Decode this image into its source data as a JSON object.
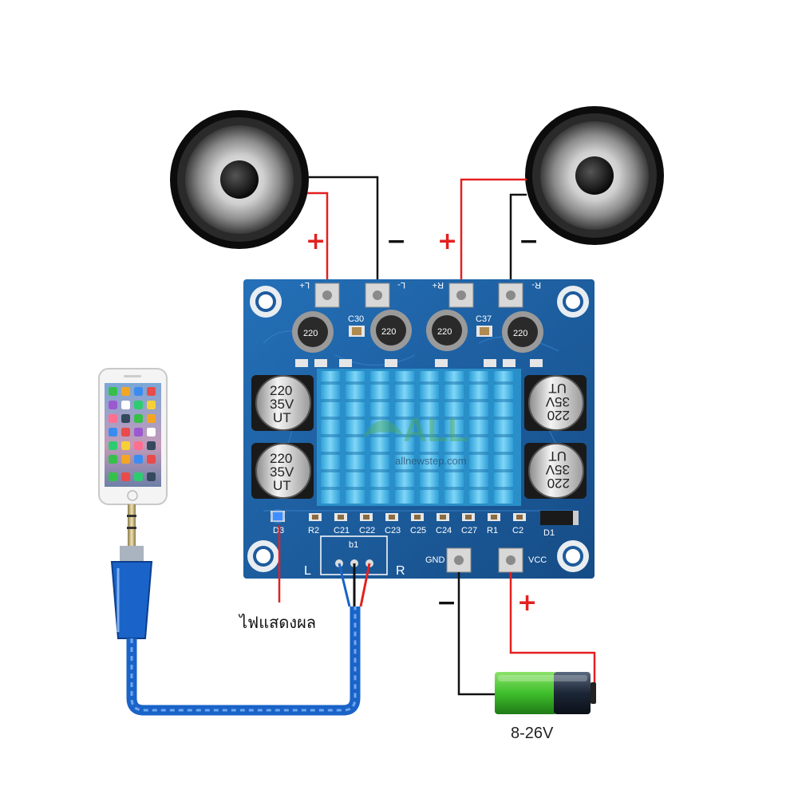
{
  "labels": {
    "plus": "+",
    "minus": "−",
    "indicator_thai": "ไฟแสดงผล",
    "voltage": "8-26V"
  },
  "board": {
    "terminals": [
      "L+",
      "L-",
      "R+",
      "R-"
    ],
    "power_terminals": {
      "gnd": "GND",
      "vcc": "VCC"
    },
    "inductor_text": "220",
    "cap_label_c30": "C30",
    "cap_label_c37": "C37",
    "electrolytic_caps": [
      [
        "220",
        "35V",
        "UT"
      ],
      [
        "220",
        "35V",
        "UT"
      ],
      [
        "220",
        "35V",
        "UT"
      ],
      [
        "220",
        "35V",
        "UT"
      ]
    ],
    "bottom_components": [
      "R2",
      "C21",
      "C22",
      "C23",
      "C25",
      "C24",
      "C27",
      "R1",
      "C2"
    ],
    "diode_label": "D1",
    "led_label": "D3",
    "input_label": "b1",
    "channel_left": "L",
    "channel_right": "R"
  },
  "watermark": {
    "brand": "ALL",
    "url": "allnewstep.com"
  },
  "colors": {
    "pcb": "#1d5b9c",
    "heatsink": "#48b8e6",
    "wire_red": "#e32020",
    "wire_black": "#111111",
    "cable_blue": "#1a63c8",
    "battery_green": "#3fbf2c",
    "led_blue": "#2f86ff"
  }
}
